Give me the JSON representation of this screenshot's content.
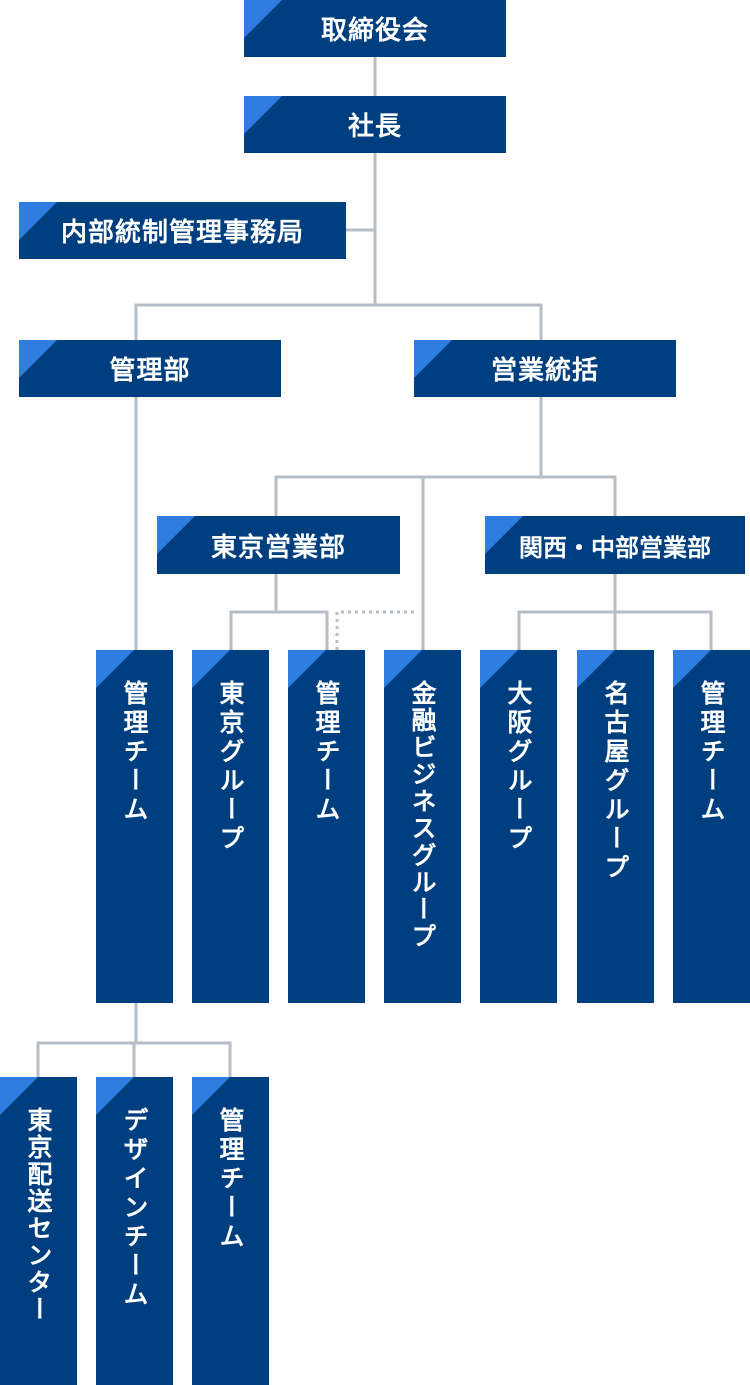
{
  "org": {
    "board": "取締役会",
    "president": "社長",
    "audit": "内部統制管理事務局",
    "admin_dept": "管理部",
    "sales_hq": "営業統括",
    "tokyo_sales": "東京営業部",
    "kansai_sales": "関西・中部営業部",
    "admin_team": "管理チーム",
    "tokyo_group": "東京グループ",
    "tokyo_admin_team": "管理チーム",
    "finance_group": "金融ビジネスグループ",
    "osaka_group": "大阪グループ",
    "nagoya_group": "名古屋グループ",
    "kansai_admin_team": "管理チーム",
    "tokyo_delivery": "東京配送センター",
    "design_team": "デザインチーム",
    "sub_admin_team": "管理チーム"
  },
  "colors": {
    "box": "#003f7f",
    "accent": "#2f7de1",
    "line": "#b5bdc7"
  }
}
